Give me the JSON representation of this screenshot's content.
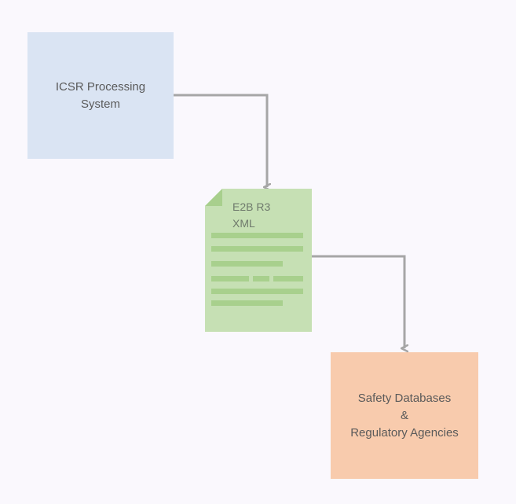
{
  "colors": {
    "background": "#faf8fd",
    "source_box": "#dae4f3",
    "document_body": "#c6e0b4",
    "document_lines": "#a8d08d",
    "document_fold": "#a8cf8d",
    "target_box": "#f8cbad",
    "connector": "#a6a6a6",
    "text": "#5a5a5a"
  },
  "nodes": {
    "source": {
      "icon": "rectangle",
      "lines": [
        "ICSR Processing",
        "System"
      ]
    },
    "document": {
      "icon": "document-icon",
      "lines": [
        "E2B R3",
        "XML"
      ]
    },
    "target": {
      "icon": "rectangle",
      "lines": [
        "Safety Databases",
        "&",
        "Regulatory Agencies"
      ]
    }
  },
  "edges": [
    {
      "from": "source",
      "to": "document"
    },
    {
      "from": "document",
      "to": "target"
    }
  ]
}
